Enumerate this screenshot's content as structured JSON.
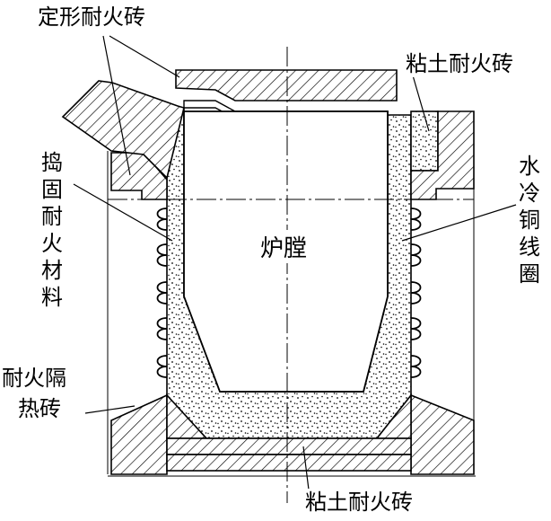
{
  "labels": {
    "shaped_brick": "定形耐火砖",
    "clay_brick_top": "粘土耐火砖",
    "rammed_material": "捣固耐火材料",
    "water_cooled_coil": "水冷铜线圈",
    "chamber": "炉膛",
    "insulating_brick_1": "耐火隔",
    "insulating_brick_2": "热砖",
    "clay_brick_bottom": "粘土耐火砖"
  },
  "colors": {
    "line": "#000000",
    "background": "#ffffff"
  }
}
